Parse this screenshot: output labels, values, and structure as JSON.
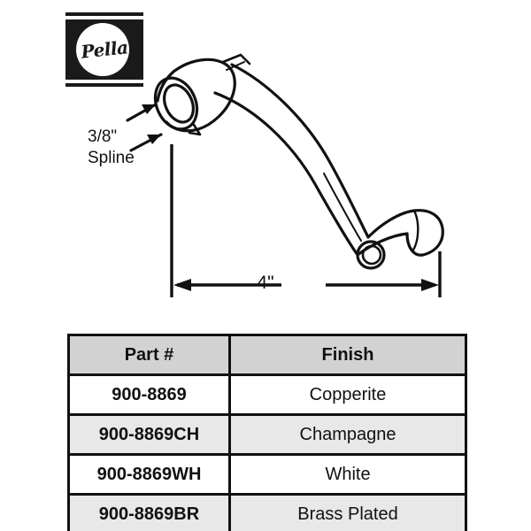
{
  "brand": {
    "logo_text": "Pella",
    "logo_icon": "pella-roundel-logo"
  },
  "diagram": {
    "product": "window-crank-handle",
    "annotations": {
      "spline_size": "3/8\"",
      "spline_word": "Spline",
      "overall_length": "4\""
    }
  },
  "table": {
    "headers": {
      "part": "Part #",
      "finish": "Finish"
    },
    "rows": [
      {
        "part": "900-8869",
        "finish": "Copperite"
      },
      {
        "part": "900-8869CH",
        "finish": "Champagne"
      },
      {
        "part": "900-8869WH",
        "finish": "White"
      },
      {
        "part": "900-8869BR",
        "finish": "Brass Plated"
      }
    ]
  },
  "colors": {
    "ink": "#111111",
    "header_fill": "#d2d2d2",
    "row_alt_fill": "#e8e8e8",
    "page_bg": "#ffffff"
  }
}
